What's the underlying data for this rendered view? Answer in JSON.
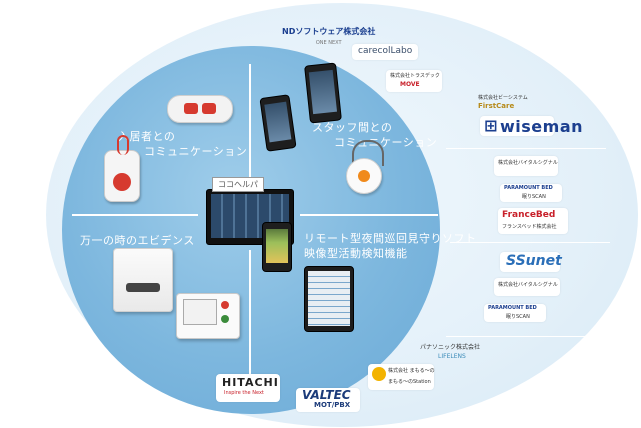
{
  "quadrants": {
    "resident_comm": {
      "line1": "入居者との",
      "line2": "コミュニケーション"
    },
    "staff_comm": {
      "line1": "スタッフ間との",
      "line2": "コミュニケーション"
    },
    "emergency": {
      "line1": "万一の時のエビデンス"
    },
    "remote": {
      "line1": "リモート型夜間巡回見守りソフト",
      "line2": "映像型活動検知機能"
    }
  },
  "product_badge": "ココヘルパ",
  "partners": {
    "nd_software": {
      "line1": "NDソフトウェア株式会社",
      "line2": "ONE NEXT"
    },
    "carecolllabo": {
      "label": "carecolLabo"
    },
    "trasdic": {
      "line1": "株式会社トラスデック",
      "line2": "MOVE"
    },
    "bsystem": {
      "line1": "株式会社ビーシステム",
      "line2": "FirstCare"
    },
    "wiseman": {
      "label": "wiseman"
    },
    "vital_signal_1": {
      "line1": "株式会社バイタルシグナル"
    },
    "paramount_bed_1": {
      "line1": "PARAMOUNT BED",
      "line2": "眠りSCAN"
    },
    "francebed": {
      "line1": "FranceBed",
      "line2": "フランスベッド株式会社"
    },
    "ssunet": {
      "label": "SSunet"
    },
    "vital_signal_2": {
      "line1": "株式会社バイタルシグナル"
    },
    "paramount_bed_2": {
      "line1": "PARAMOUNT BED",
      "line2": "眠りSCAN"
    },
    "panasonic": {
      "line1": "パナソニック株式会社",
      "line2": "LIFELENS"
    },
    "hitachi": {
      "line1": "HITACHI",
      "line2": "Inspire the Next"
    },
    "valtec": {
      "line1": "VALTEC",
      "line2": "MOT/PBX"
    },
    "mamoru": {
      "line1": "株式会社 まもる〜の",
      "line2": "まもる〜のStation"
    }
  },
  "colors": {
    "inner_circle": "#7db7de",
    "outer_ellipse": "#e3f0f9",
    "accent_red": "#d63a2f",
    "brand_blue": "#1a3e8f"
  }
}
